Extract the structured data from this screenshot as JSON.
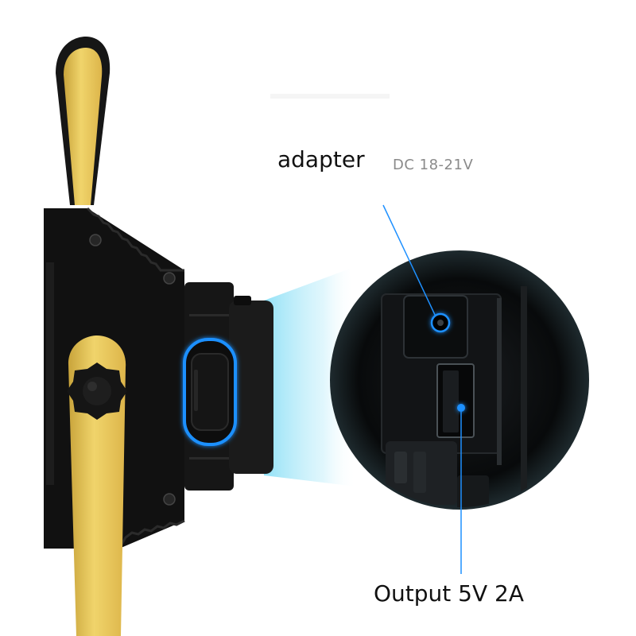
{
  "callouts": {
    "adapter": {
      "label": "adapter",
      "spec": "DC 18-21V"
    },
    "output": {
      "label": "Output 5V 2A"
    }
  },
  "palette": {
    "accent": "#1e90ff",
    "glow": "#9fdff0",
    "housing": "#111111",
    "stand": "#e5c65a",
    "background": "#ffffff"
  },
  "icons": {
    "dc_port": "dc-jack-port",
    "usb_port": "usb-a-port",
    "knob": "adjustment-knob"
  }
}
